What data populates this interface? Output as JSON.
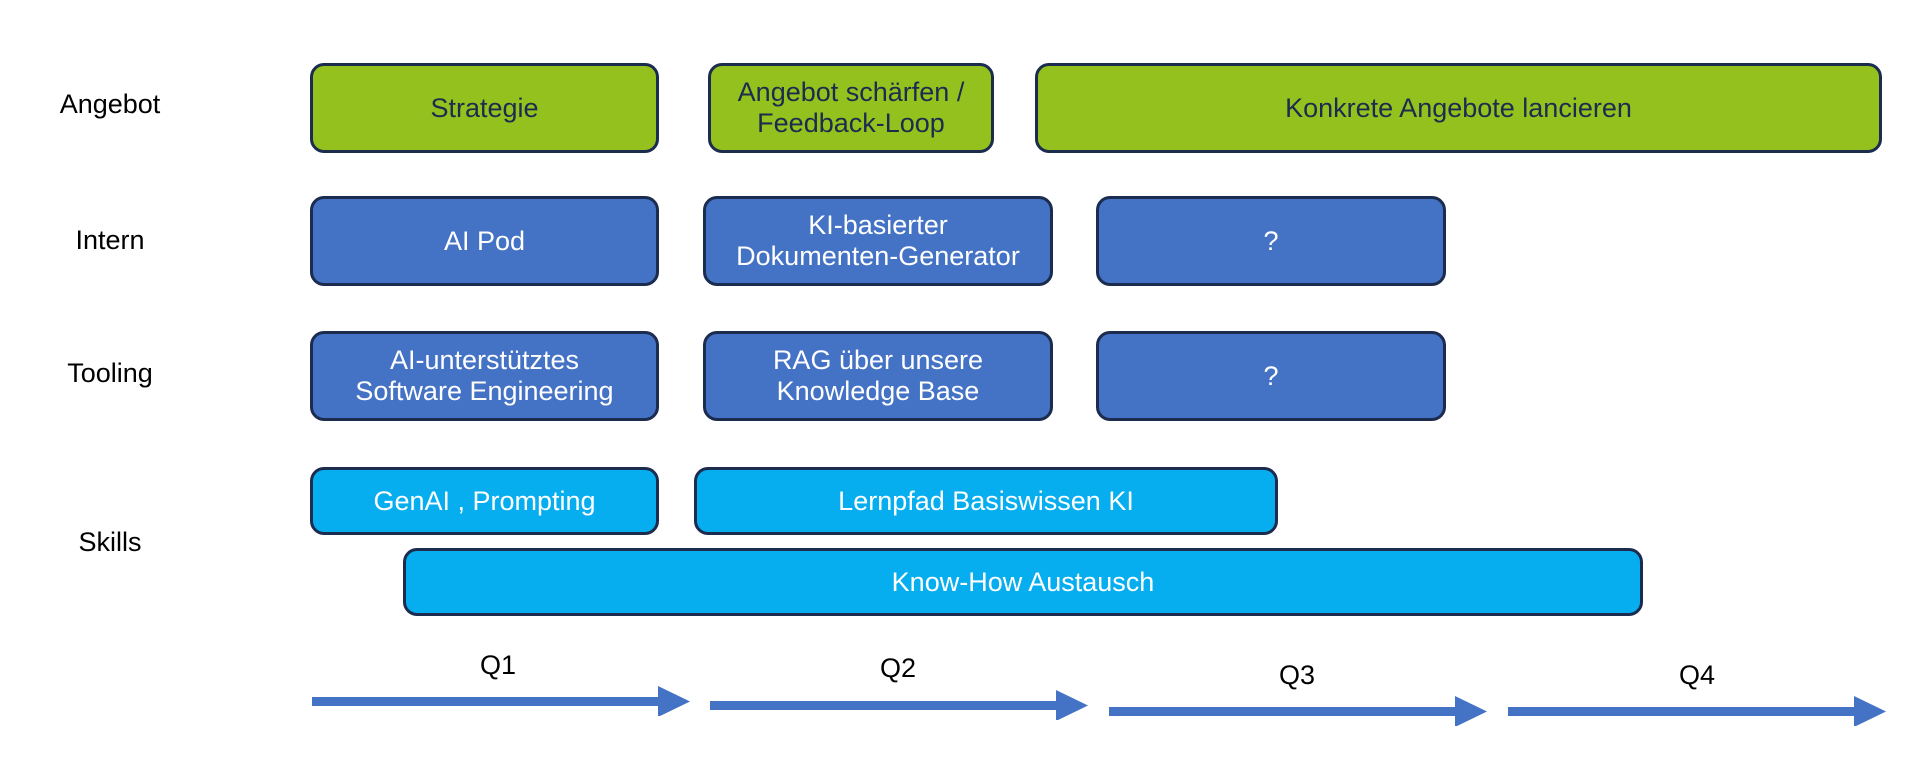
{
  "rows": {
    "angebot": "Angebot",
    "intern": "Intern",
    "tooling": "Tooling",
    "skills": "Skills"
  },
  "boxes": {
    "strategie": "Strategie",
    "angebot_schaerfen": "Angebot schärfen /\nFeedback-Loop",
    "konkrete_angebote": "Konkrete Angebote lancieren",
    "ai_pod": "AI Pod",
    "ki_dokumenten_generator": "KI-basierter\nDokumenten-Generator",
    "intern_unknown": "?",
    "ai_software_engineering": "AI-unterstütztes\nSoftware Engineering",
    "rag_knowledge_base": "RAG über unsere\nKnowledge Base",
    "tooling_unknown": "?",
    "genai_prompting": "GenAI , Prompting",
    "lernpfad": "Lernpfad Basiswissen KI",
    "know_how": "Know-How Austausch"
  },
  "quarters": [
    "Q1",
    "Q2",
    "Q3",
    "Q4"
  ],
  "colors": {
    "green": "#95c11f",
    "blue": "#4472c4",
    "cyan": "#06aeef",
    "border": "#1b2c4e",
    "arrow": "#4472c4"
  }
}
